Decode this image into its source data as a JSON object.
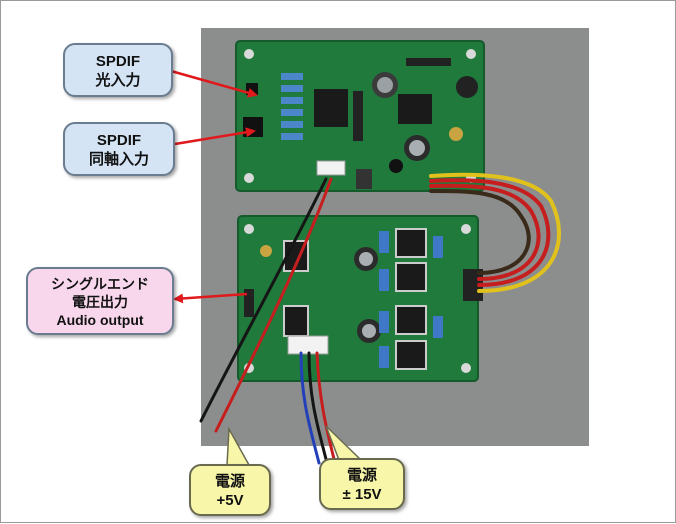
{
  "callouts": {
    "spdif_optical": {
      "line1": "SPDIF",
      "line2": "光入力"
    },
    "spdif_coax": {
      "line1": "SPDIF",
      "line2": "同軸入力"
    },
    "audio_output": {
      "line1": "シングルエンド",
      "line2": "電圧出力",
      "line3": "Audio output"
    },
    "power_5v": {
      "line1": "電源",
      "line2": "+5V"
    },
    "power_15v": {
      "line1": "電源",
      "line2": "± 15V"
    }
  },
  "colors": {
    "blue_callout": "#d4e4f5",
    "pink_callout": "#f8d7ec",
    "yellow_callout": "#f8f6a8",
    "arrow": "#e0191c",
    "pcb_green": "#1f7a3c",
    "background_gray": "#8c8e8e"
  }
}
